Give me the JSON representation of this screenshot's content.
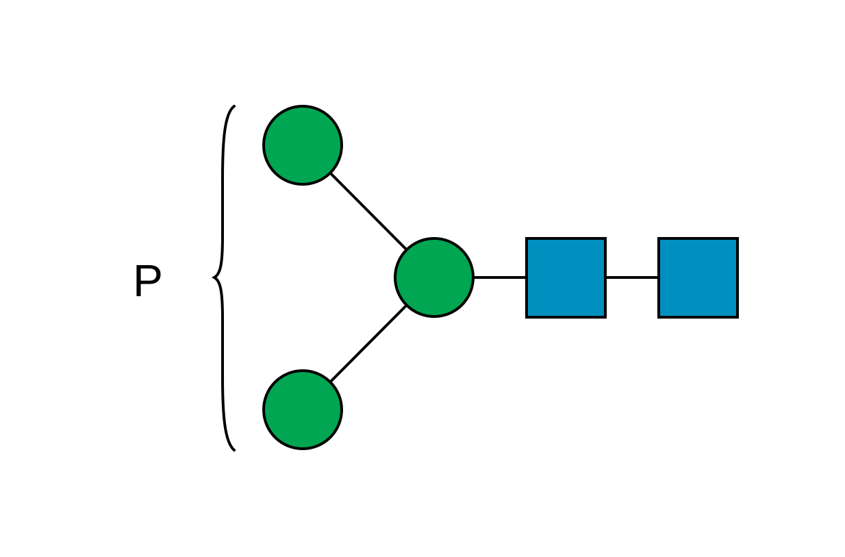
{
  "annotation": {
    "label": "P"
  },
  "colors": {
    "circle_fill": "#00A651",
    "square_fill": "#0090BF",
    "stroke": "#000000",
    "background": "#FFFFFF"
  },
  "nodes": [
    {
      "id": "circle-top",
      "shape": "circle",
      "color_role": "circle_fill"
    },
    {
      "id": "circle-center",
      "shape": "circle",
      "color_role": "circle_fill"
    },
    {
      "id": "circle-bottom",
      "shape": "circle",
      "color_role": "circle_fill"
    },
    {
      "id": "square-1",
      "shape": "square",
      "color_role": "square_fill"
    },
    {
      "id": "square-2",
      "shape": "square",
      "color_role": "square_fill"
    }
  ],
  "edges": [
    {
      "from": "circle-top",
      "to": "circle-center"
    },
    {
      "from": "circle-bottom",
      "to": "circle-center"
    },
    {
      "from": "circle-center",
      "to": "square-1"
    },
    {
      "from": "square-1",
      "to": "square-2"
    }
  ]
}
